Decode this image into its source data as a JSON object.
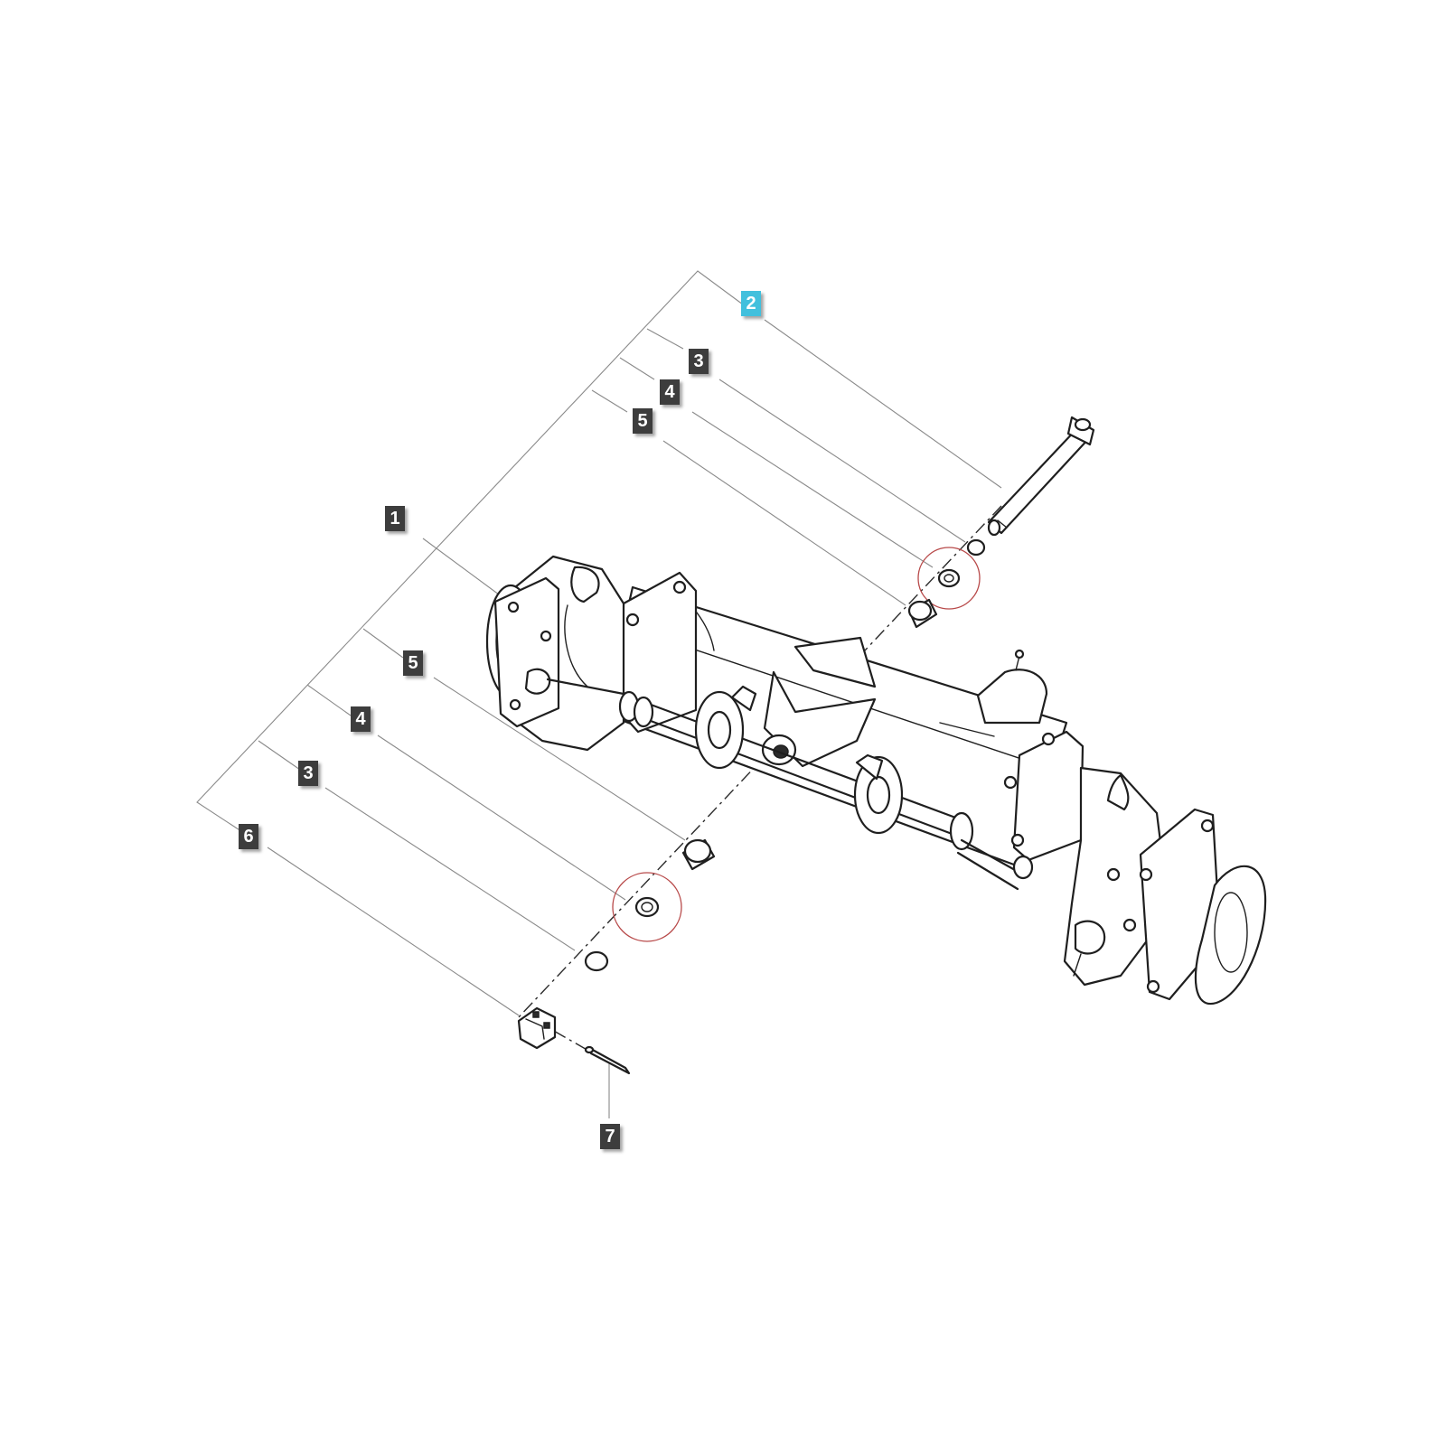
{
  "diagram": {
    "callouts": [
      {
        "id": "callout-1",
        "label": "1"
      },
      {
        "id": "callout-2",
        "label": "2",
        "highlighted": true
      },
      {
        "id": "callout-3-top",
        "label": "3"
      },
      {
        "id": "callout-4-top",
        "label": "4"
      },
      {
        "id": "callout-5-top",
        "label": "5"
      },
      {
        "id": "callout-5-bot",
        "label": "5"
      },
      {
        "id": "callout-4-bot",
        "label": "4"
      },
      {
        "id": "callout-3-bot",
        "label": "3"
      },
      {
        "id": "callout-6",
        "label": "6"
      },
      {
        "id": "callout-7",
        "label": "7"
      }
    ],
    "colors": {
      "callout_bg": "#3d3d3d",
      "callout_highlight": "#42c0dd",
      "callout_text": "#ffffff",
      "highlight_ring": "#b84a4a"
    }
  }
}
